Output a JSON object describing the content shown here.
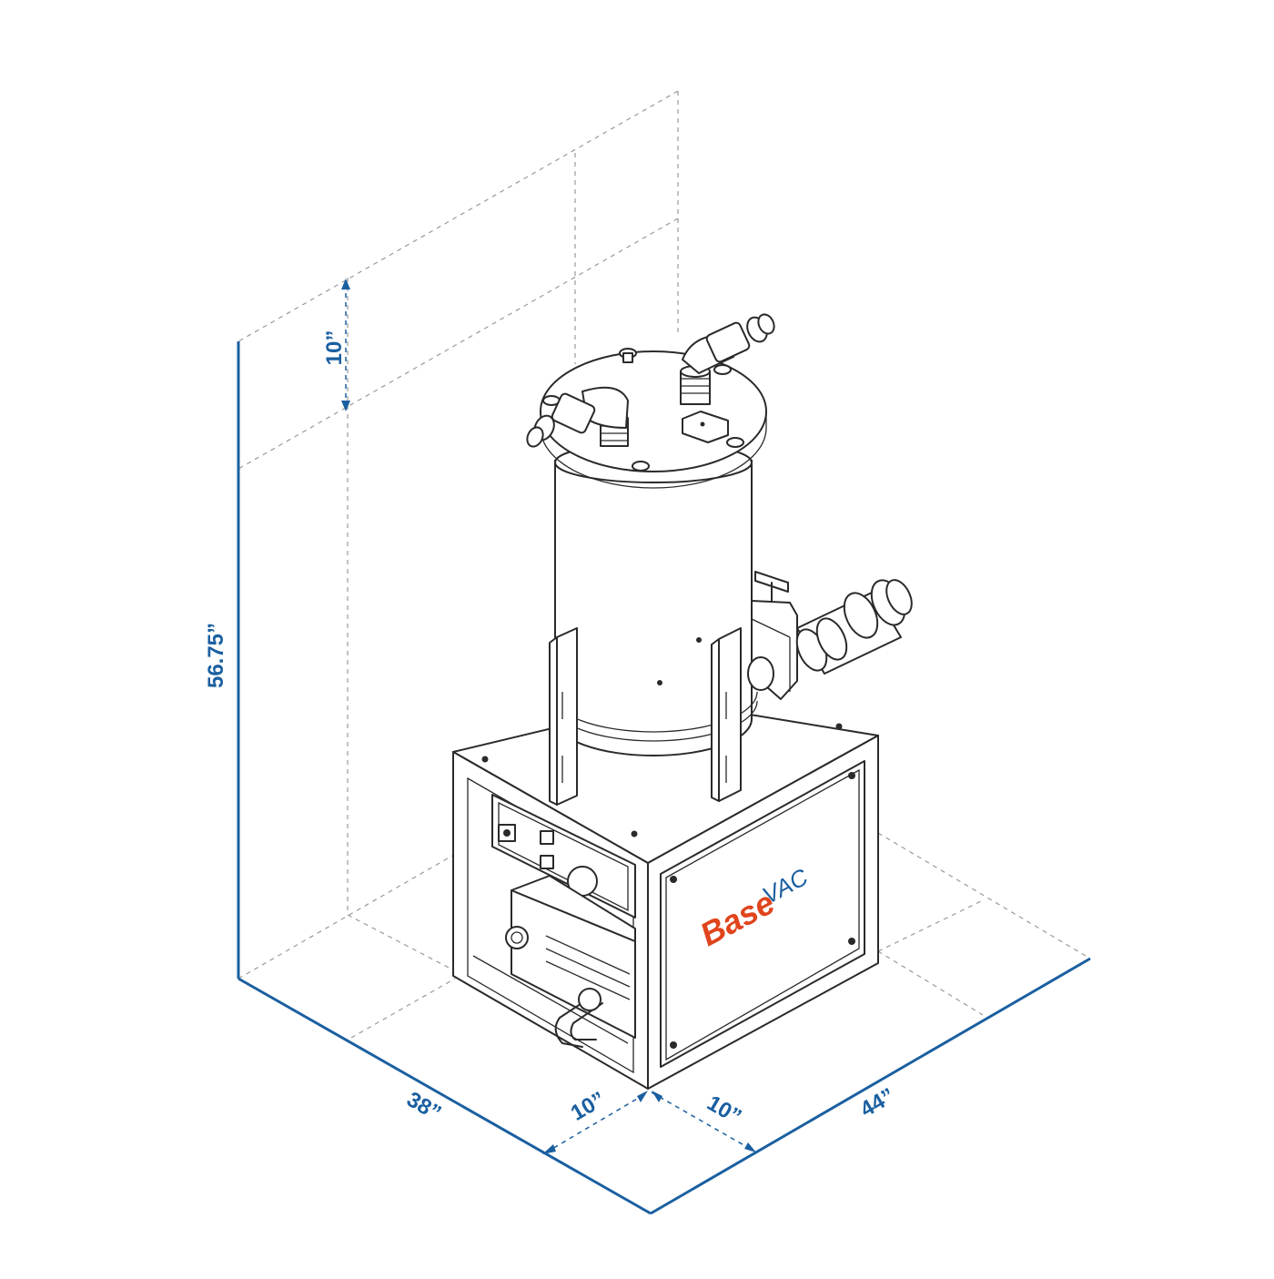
{
  "dimensions": {
    "height_total": "56.75”",
    "top_clearance": "10”",
    "left_depth": "38”",
    "right_width": "44”",
    "front_left_clearance": "10”",
    "front_right_clearance": "10”"
  },
  "logo": {
    "brand_part1": "Base",
    "brand_part2": "VAC",
    "color_base": "#e0441c",
    "color_vac": "#1a5fa0"
  },
  "colors": {
    "dimension_color": "#1a5fa0",
    "line_color": "#2a2a2a",
    "guide_color": "#9a9a9a"
  }
}
